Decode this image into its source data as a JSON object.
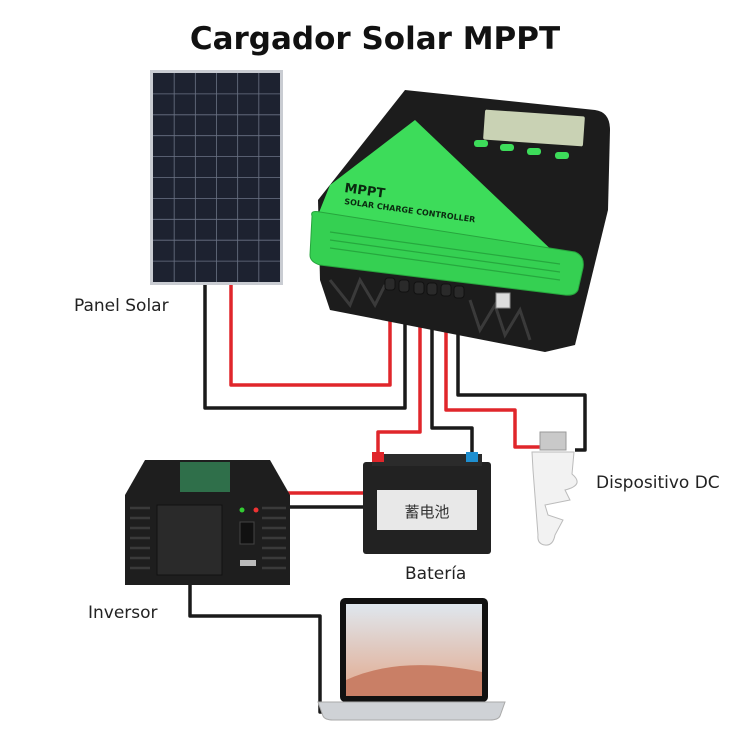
{
  "title": "Cargador Solar MPPT",
  "labels": {
    "solar_panel": "Panel Solar",
    "battery": "Batería",
    "inverter": "Inversor",
    "dc_device": "Dispositivo DC"
  },
  "controller": {
    "brand": "MPPT",
    "subtitle": "SOLAR CHARGE CONTROLLER"
  },
  "battery_print": "蓄电池",
  "colors": {
    "controller_green": "#3ddc5a",
    "wire_red": "#e0262b",
    "wire_black": "#1a1a1a",
    "battery_positive": "#e0262b",
    "battery_negative": "#1f8fd0"
  }
}
